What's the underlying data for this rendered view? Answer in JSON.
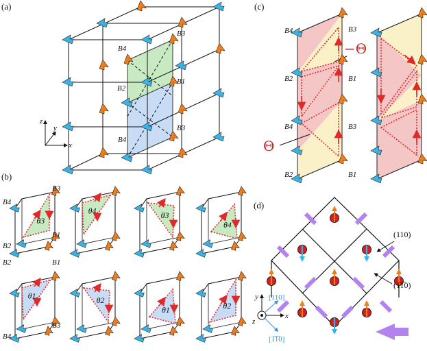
{
  "panels": {
    "a": "(a)",
    "b": "(b)",
    "c": "(c)",
    "d": "(d)"
  },
  "a": {
    "labels": [
      "B4",
      "B3",
      "B2",
      "B1",
      "B4",
      "B3"
    ],
    "axes": {
      "x": "x",
      "y": "y",
      "z": "z"
    }
  },
  "b": {
    "top_thetas": [
      "θ3",
      "θ4",
      "θ3",
      "θ4"
    ],
    "bottom_thetas": [
      "θ1",
      "θ2",
      "θ1",
      "θ2"
    ],
    "corner_labels": [
      "B4",
      "B3",
      "B2",
      "B1",
      "B2",
      "B1",
      "B4",
      "B3"
    ]
  },
  "c": {
    "labels": [
      "B4",
      "B3",
      "B2",
      "B1",
      "B4",
      "B3",
      "B2",
      "B1"
    ],
    "neg_theta": "−Θ",
    "pos_theta": "Θ"
  },
  "d": {
    "plane1": "(110)",
    "plane2": "(1̅1̅0)",
    "dir1": "[110]",
    "dir2": "[1̅1̅0]",
    "axes": {
      "x": "x",
      "y": "y",
      "z": "z"
    }
  },
  "colors": {
    "orange": "#f07d1a",
    "blue": "#3ab4e6",
    "green": "#c8eac3",
    "lightblue": "#c9dcf5",
    "pink": "#f5c6c6",
    "yellow": "#fbf1c8",
    "red": "#e02a2a",
    "purple": "#b283ee"
  }
}
